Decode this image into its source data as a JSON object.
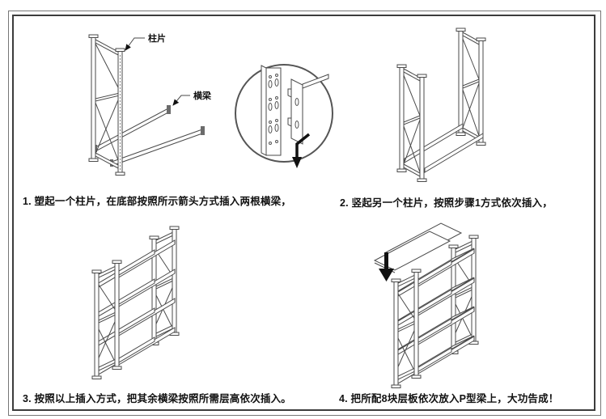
{
  "page": {
    "background": "#ffffff",
    "outer_border_color": "#777777",
    "inner_border_color": "#3c3c3c",
    "drawing_line_color": "#4a4a4a",
    "text_color": "#111111"
  },
  "callouts": {
    "column_label": "柱片",
    "beam_label": "横梁"
  },
  "steps": [
    {
      "id": 1,
      "text": "1. 塑起一个柱片，在底部按照所示箭头方式插入两根横梁，"
    },
    {
      "id": 2,
      "text": "2. 竖起另一个柱片，按照步骤1方式依次插入，"
    },
    {
      "id": 3,
      "text": "3. 按照以上插入方式，把其余横梁按照所需层高依次插入。"
    },
    {
      "id": 4,
      "text": "4. 把所配8块层板依次放入P型梁上，大功告成！"
    }
  ],
  "icons": {
    "column_leader_arrow": "arrowhead pointing to upright column",
    "beam_leader_arrow": "arrowhead pointing to cross beam",
    "detail_insert_arrow": "thick black down arrow in detail circle",
    "shelf_place_arrow": "thick black down arrow beside shelf panel"
  }
}
